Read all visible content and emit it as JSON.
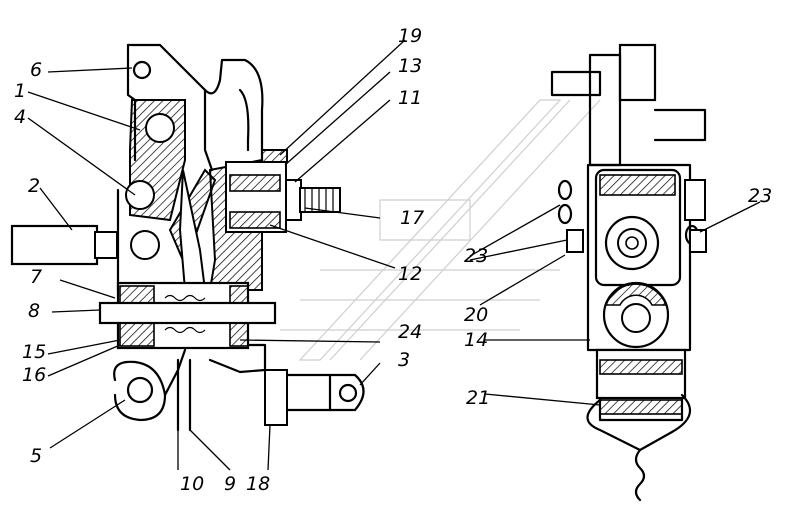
{
  "callouts": [
    "1",
    "2",
    "3",
    "4",
    "5",
    "6",
    "7",
    "8",
    "9",
    "10",
    "11",
    "12",
    "13",
    "14",
    "15",
    "16",
    "17",
    "18",
    "19",
    "20",
    "21",
    "23",
    "24"
  ],
  "labels": {
    "n1": "1",
    "n2": "2",
    "n3": "3",
    "n4": "4",
    "n5": "5",
    "n6": "6",
    "n7": "7",
    "n8": "8",
    "n9": "9",
    "n10": "10",
    "n11": "11",
    "n12": "12",
    "n13": "13",
    "n14": "14",
    "n15": "15",
    "n16": "16",
    "n17": "17",
    "n18": "18",
    "n19": "19",
    "n20": "20",
    "n21": "21",
    "n23a": "23",
    "n23b": "23",
    "n24": "24"
  },
  "colors": {
    "ink": "#000000",
    "paper": "#ffffff",
    "watermark": "#cfcfcf"
  }
}
